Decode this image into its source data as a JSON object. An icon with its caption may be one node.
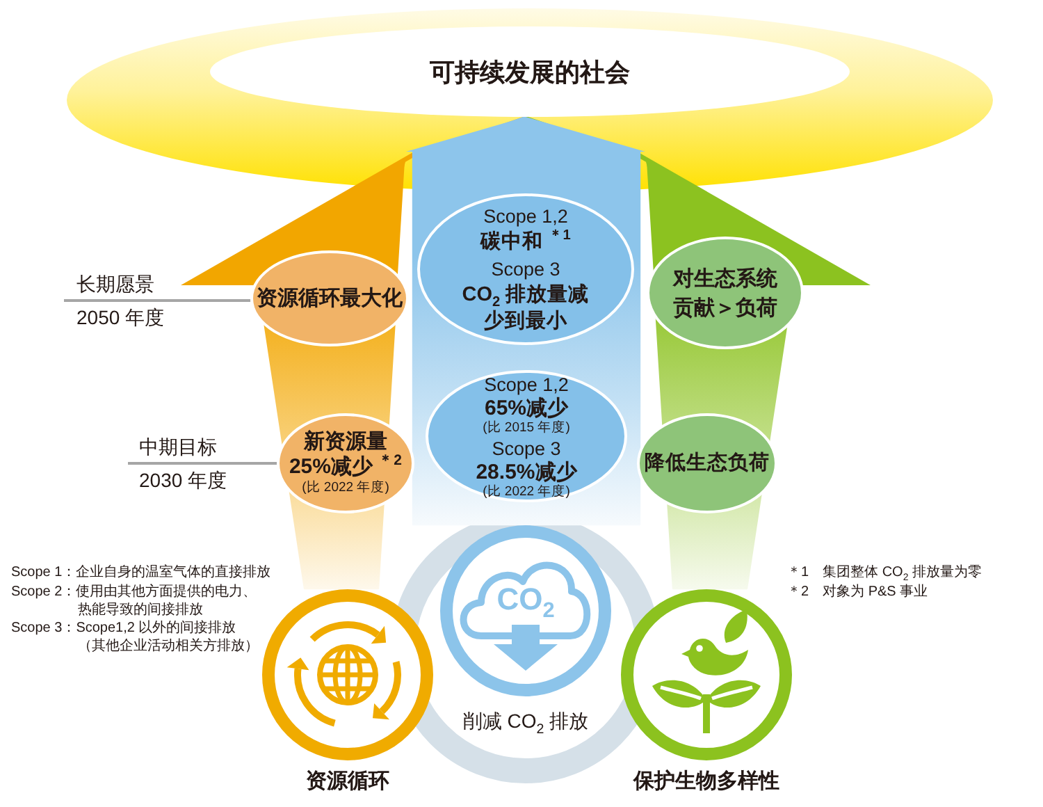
{
  "diagram": {
    "nodes": [
      {
        "text": [
          "可持续发展的社会"
        ]
      },
      {
        "text": [
          "长期愿景",
          "2050 年度"
        ]
      },
      {
        "text": [
          "资源循环最大化"
        ]
      },
      {
        "text": [
          "Scope 1,2",
          "碳中和 $^{＊1}$",
          "Scope 3",
          "CO$_{2}$ 排放量减少到最小"
        ]
      },
      {
        "text": [
          "对生态系统贡献＞负荷"
        ]
      },
      {
        "text": [
          "中期目标",
          "2030 年度"
        ]
      },
      {
        "text": [
          "新资源量",
          "25%减少 $^{＊2}$",
          "(比 2022 年度)"
        ]
      },
      {
        "text": [
          "Scope 1,2",
          "65%减少",
          "(比 2015 年度)",
          "Scope 3",
          "28.5%减少",
          "(比 2022 年度)"
        ]
      },
      {
        "text": [
          "降低生态负荷"
        ]
      },
      {
        "text": [
          "资源循环"
        ]
      },
      {
        "text": [
          "CO$_{2}$",
          "削减 CO$_{2}$ 排放"
        ]
      },
      {
        "text": [
          "保护生物多样性"
        ]
      }
    ],
    "edges": [
      {
        "from": 1,
        "to": 2,
        "arrow": "none"
      },
      {
        "from": 5,
        "to": 6,
        "arrow": "none"
      },
      {
        "from": 9,
        "to": 0,
        "arrow": "to",
        "style": "thick",
        "color": "#f2a600"
      },
      {
        "from": 10,
        "to": 0,
        "arrow": "to",
        "style": "thick",
        "color": "#8dc5eb"
      },
      {
        "from": 11,
        "to": 0,
        "arrow": "to",
        "style": "thick",
        "color": "#8cc220"
      }
    ],
    "labels": [
      "Scope 1：企业自身的温室气体的直接排放",
      "Scope 2：使用由其他方面提供的电力、热能导致的间接排放",
      "Scope 3：Scope1,2 以外的间接排放（其他企业活动相关方排放）",
      "＊1　集团整体 CO$_{2}$ 排放量为零",
      "＊2　对象为 P&S 事业"
    ]
  }
}
